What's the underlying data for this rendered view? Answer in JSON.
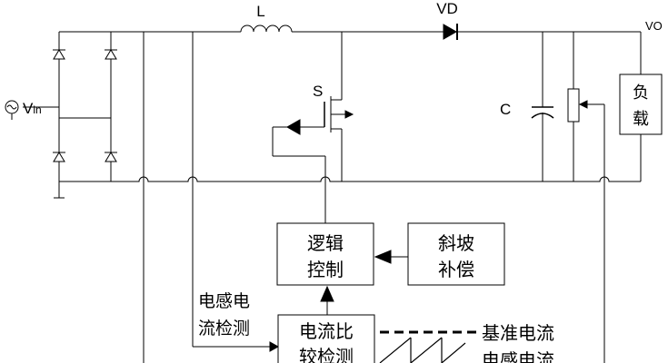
{
  "labels": {
    "inductor": "L",
    "diode": "VD",
    "output": "VO",
    "switch": "S",
    "capacitor": "C",
    "source_main": "V",
    "source_sub": "in",
    "load_line1": "负",
    "load_line2": "载",
    "logic_line1": "逻辑",
    "logic_line2": "控制",
    "slope_line1": "斜坡",
    "slope_line2": "补偿",
    "sense_line1": "电感电",
    "sense_line2": "流检测",
    "compare_line1": "电流比",
    "compare_line2": "较检测",
    "ref_current": "基准电流",
    "inductor_current": "电感电流"
  },
  "colors": {
    "line": "#000000",
    "background": "#ffffff",
    "box_fill": "#ffffff"
  }
}
